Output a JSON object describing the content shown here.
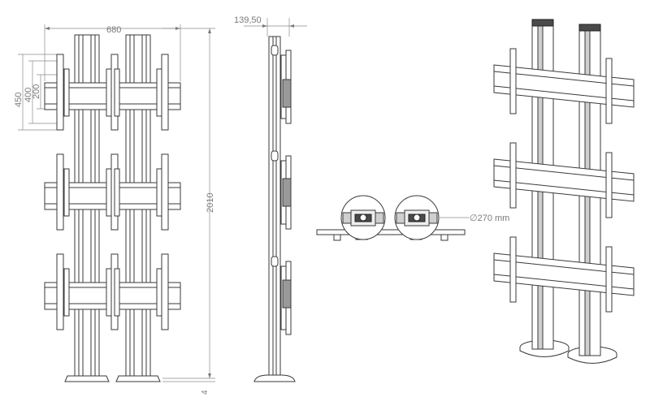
{
  "dimensions": {
    "front_width": "680",
    "height_450": "450",
    "height_400": "400",
    "height_200": "200",
    "total_height": "2010",
    "base_offset": "4",
    "side_depth": "139,50",
    "base_diameter": "∅270 mm"
  },
  "colors": {
    "line": "#3a3a3a",
    "dimension_text": "#7a7a7a",
    "metal_light": "#eeeeee",
    "metal_mid": "#cfcfcf",
    "metal_dark": "#4a4a4a"
  }
}
